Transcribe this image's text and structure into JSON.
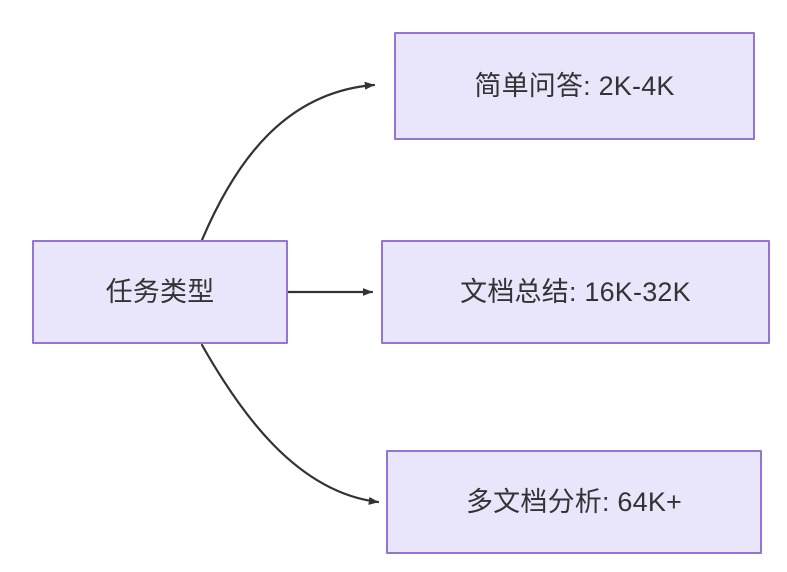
{
  "diagram": {
    "type": "flowchart",
    "direction": "left-to-right",
    "background_color": "#ffffff",
    "node_fill_color": "#e9e6fb",
    "node_border_color": "#9575d4",
    "node_text_color": "#333333",
    "edge_color": "#333333",
    "nodes": [
      {
        "id": "root",
        "label": "任务类型",
        "role": "source"
      },
      {
        "id": "simple-qa",
        "label": "简单问答: 2K-4K",
        "role": "target"
      },
      {
        "id": "doc-summary",
        "label": "文档总结: 16K-32K",
        "role": "target"
      },
      {
        "id": "multi-doc",
        "label": "多文档分析: 64K+",
        "role": "target"
      }
    ],
    "edges": [
      {
        "id": "edge-root-simple-qa",
        "from": "root",
        "to": "simple-qa",
        "style": "curved",
        "arrowhead": "filled-triangle"
      },
      {
        "id": "edge-root-doc-summary",
        "from": "root",
        "to": "doc-summary",
        "style": "straight",
        "arrowhead": "filled-triangle"
      },
      {
        "id": "edge-root-multi-doc",
        "from": "root",
        "to": "multi-doc",
        "style": "curved",
        "arrowhead": "filled-triangle"
      }
    ]
  }
}
